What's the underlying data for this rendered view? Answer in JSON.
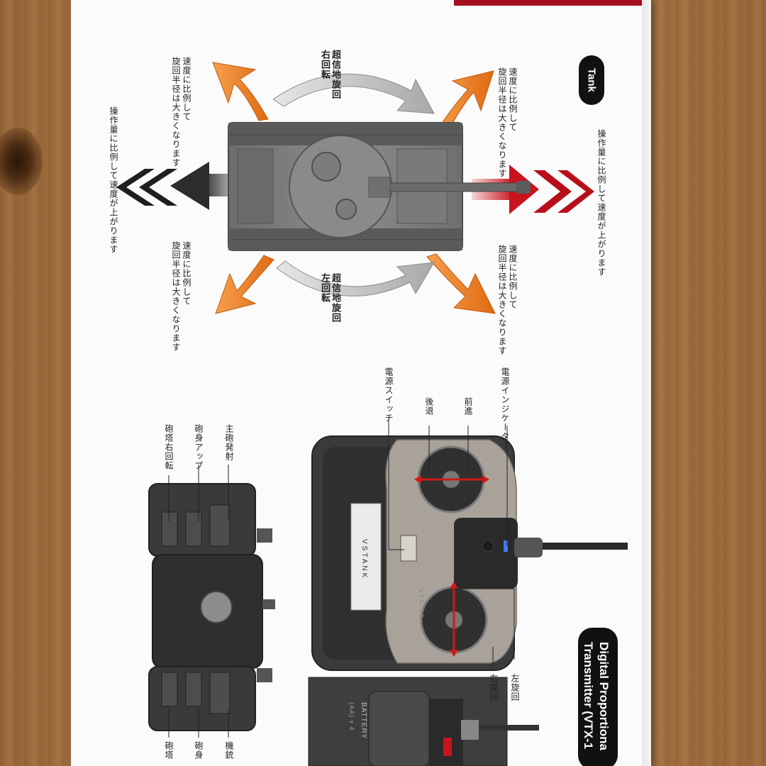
{
  "section_badge": "Tank",
  "movement_diagram": {
    "spin_right": "超信地旋回\n右回転",
    "spin_left": "超信地旋回\n左回転",
    "turn_radius_note": "速度に比例して\n旋回半径は大きくなります",
    "speed_note": "操作量に比例して速度が上がります"
  },
  "transmitter": {
    "title_line1": "Digital Proportiona",
    "title_line2": "Transmitter (VTX-1",
    "labels": {
      "power_indicator": "電源インジケーター",
      "forward": "前進",
      "reverse": "後退",
      "power_switch": "電源スイッチ",
      "turn_left": "左旋回",
      "turn_right": "右旋回"
    },
    "brand": "VSTANK",
    "model": "VTX-10"
  },
  "side_view": {
    "labels": {
      "main_gun_fire": "主砲発射",
      "barrel_up": "砲身アップ",
      "turret_right": "砲塔右回転",
      "mg_fire": "機銃",
      "barrel_down": "砲身",
      "turret_left": "砲塔"
    }
  },
  "battery_box": {
    "label": "BATTERY",
    "size": "(AA) x 4"
  },
  "colors": {
    "orange_arrow": "#e8832a",
    "red_arrow": "#c8141e",
    "dark_arrow": "#3a3a3a",
    "grey_arrow": "#b8b8b8",
    "accent_red": "#a30f1c"
  }
}
